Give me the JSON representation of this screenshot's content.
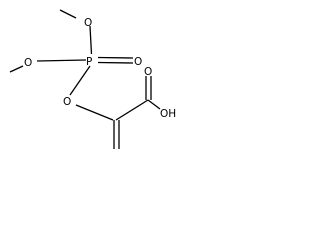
{
  "molecule": {
    "atoms": {
      "o_top": "O",
      "o_left": "O",
      "p": "P",
      "o_double": "O",
      "o_ester": "O",
      "o_carbonyl": "O",
      "oh": "OH"
    },
    "colors": {
      "line": "#000000",
      "background": "#ffffff"
    }
  }
}
